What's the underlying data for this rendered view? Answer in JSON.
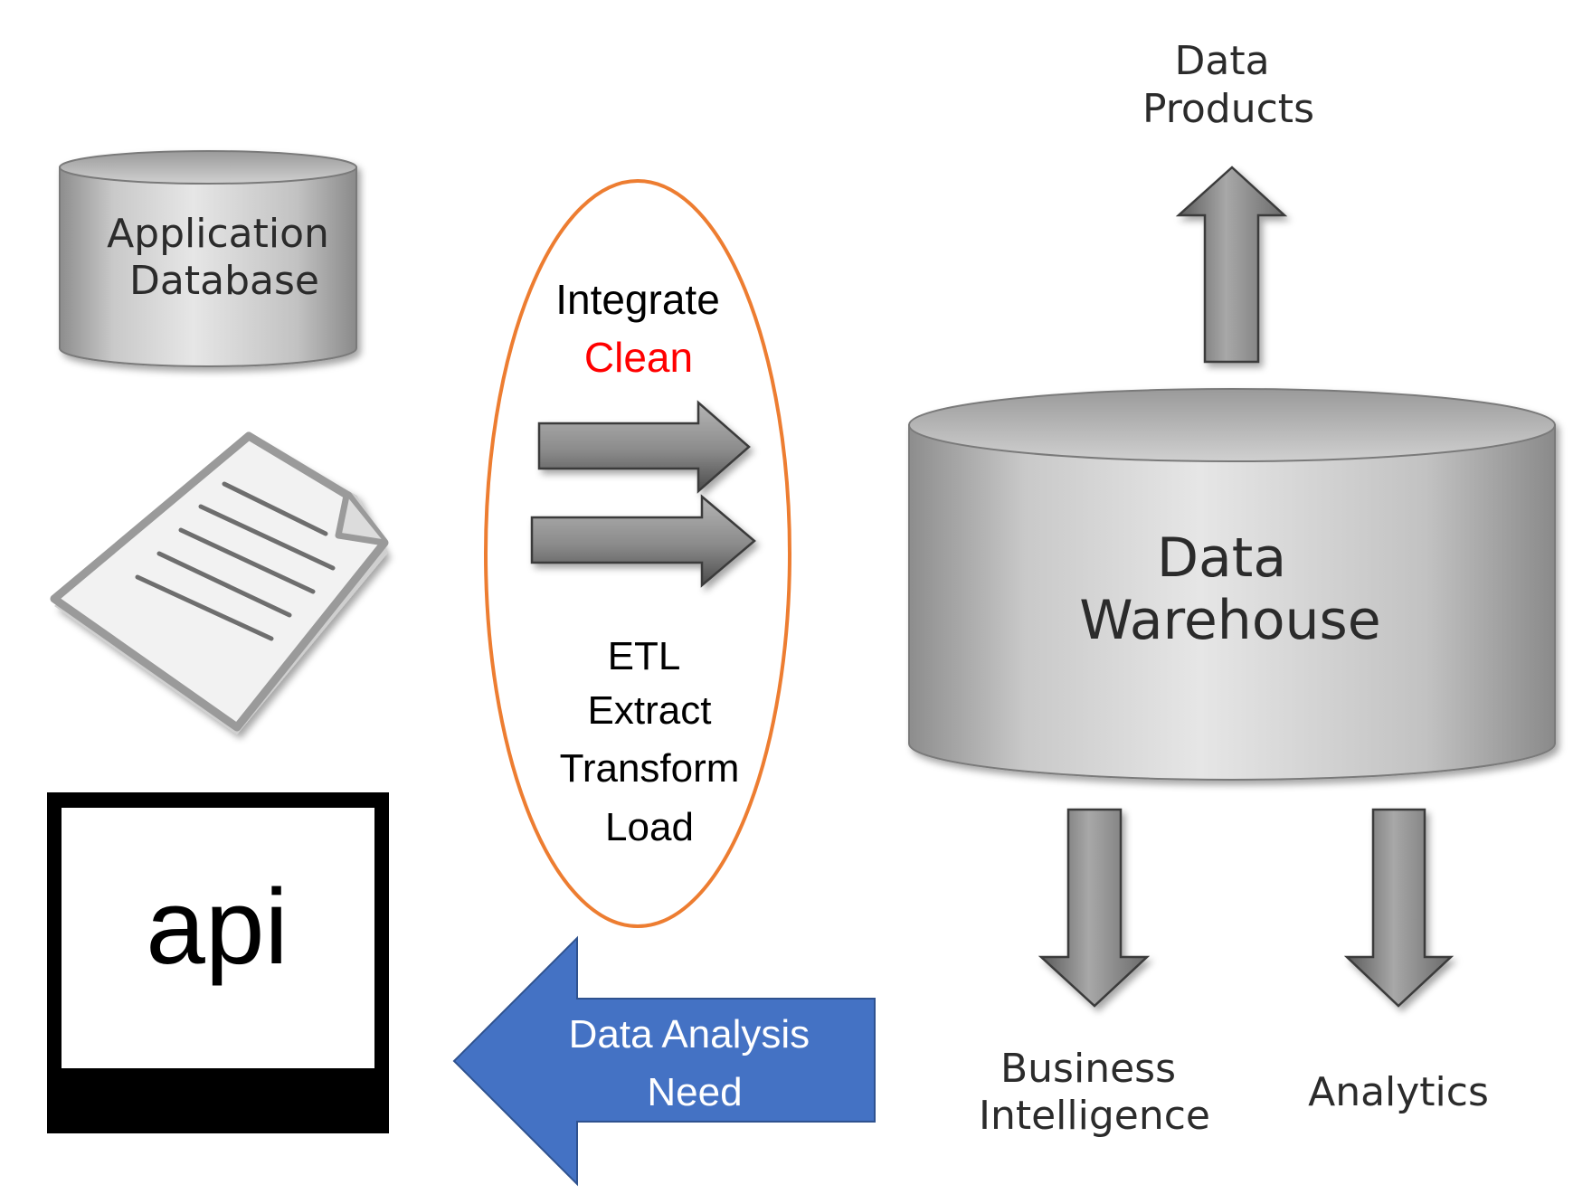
{
  "sources": {
    "database_label": [
      "Application",
      "Database"
    ],
    "api_label": "api"
  },
  "etl": {
    "integrate": "Integrate",
    "clean": "Clean",
    "clean_color": "#ff0000",
    "etl_title": "ETL",
    "extract": "Extract",
    "transform": "Transform",
    "load": "Load",
    "ellipse_color": "#ed7d31"
  },
  "warehouse": {
    "label": [
      "Data",
      "Warehouse"
    ]
  },
  "outputs": {
    "data_products": [
      "Data",
      "Products"
    ],
    "business_intelligence": [
      "Business",
      "Intelligence"
    ],
    "analytics": "Analytics"
  },
  "feedback": {
    "label": [
      "Data Analysis",
      "Need"
    ],
    "color": "#4472c4"
  }
}
